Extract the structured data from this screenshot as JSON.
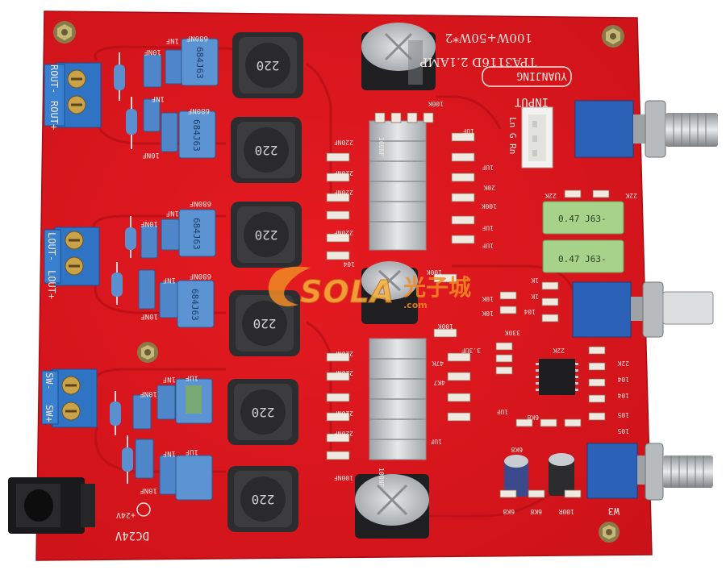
{
  "colors": {
    "pcb": "#e0161d",
    "pcb_dark": "#b90f16",
    "trace": "#c9111a",
    "silkscreen": "#f3e7e1",
    "inductor_body": "#2d2d2f",
    "inductor_top": "#3c3c3f",
    "capacitor_blue": "#4f86c9",
    "terminal_blue": "#2f73c4",
    "pot_blue": "#2b62b8",
    "heatsink": "#c9cccf",
    "resistor_green": "#a6d28a",
    "watermark_orange": "#f08a24"
  },
  "board": {
    "model_text": "TPA3116D 2.1AMP",
    "power_text": "100W+50W*2",
    "brand_text": "YUANJING",
    "input_label": "INPUT",
    "input_pins": "Ln G Rn",
    "dc_label": "DC24V",
    "dc_plus": "+24V",
    "w3_label": "W3"
  },
  "outputs": {
    "rout_minus": "ROUT-",
    "rout_plus": "ROUT+",
    "lout_minus": "LOUT-",
    "lout_plus": "LOUT+",
    "sw_minus": "SW-",
    "sw_plus": "SW+"
  },
  "inductor_marking": "220",
  "film_cap_marking": "684J63",
  "cap_labels": {
    "c680": "680NF",
    "c1nf": "1NF",
    "c10nf": "10NF",
    "c220": "220NF",
    "c100": "100NF",
    "c1uf": "1UF",
    "c100k": "100K",
    "c20k": "20K",
    "c22k": "22K",
    "c10k": "10K",
    "c104": "104",
    "c6k8": "6K8",
    "c47k": "47K",
    "c4k7": "4K7",
    "c33uf": "3.3UF",
    "c105": "105",
    "c1k": "1K",
    "c330k": "330K",
    "c10r": "100R"
  },
  "power_resistor": "0.47 J63-",
  "watermark": {
    "brand": "SOLA",
    "chinese": "光子城",
    "domain": ".com"
  }
}
